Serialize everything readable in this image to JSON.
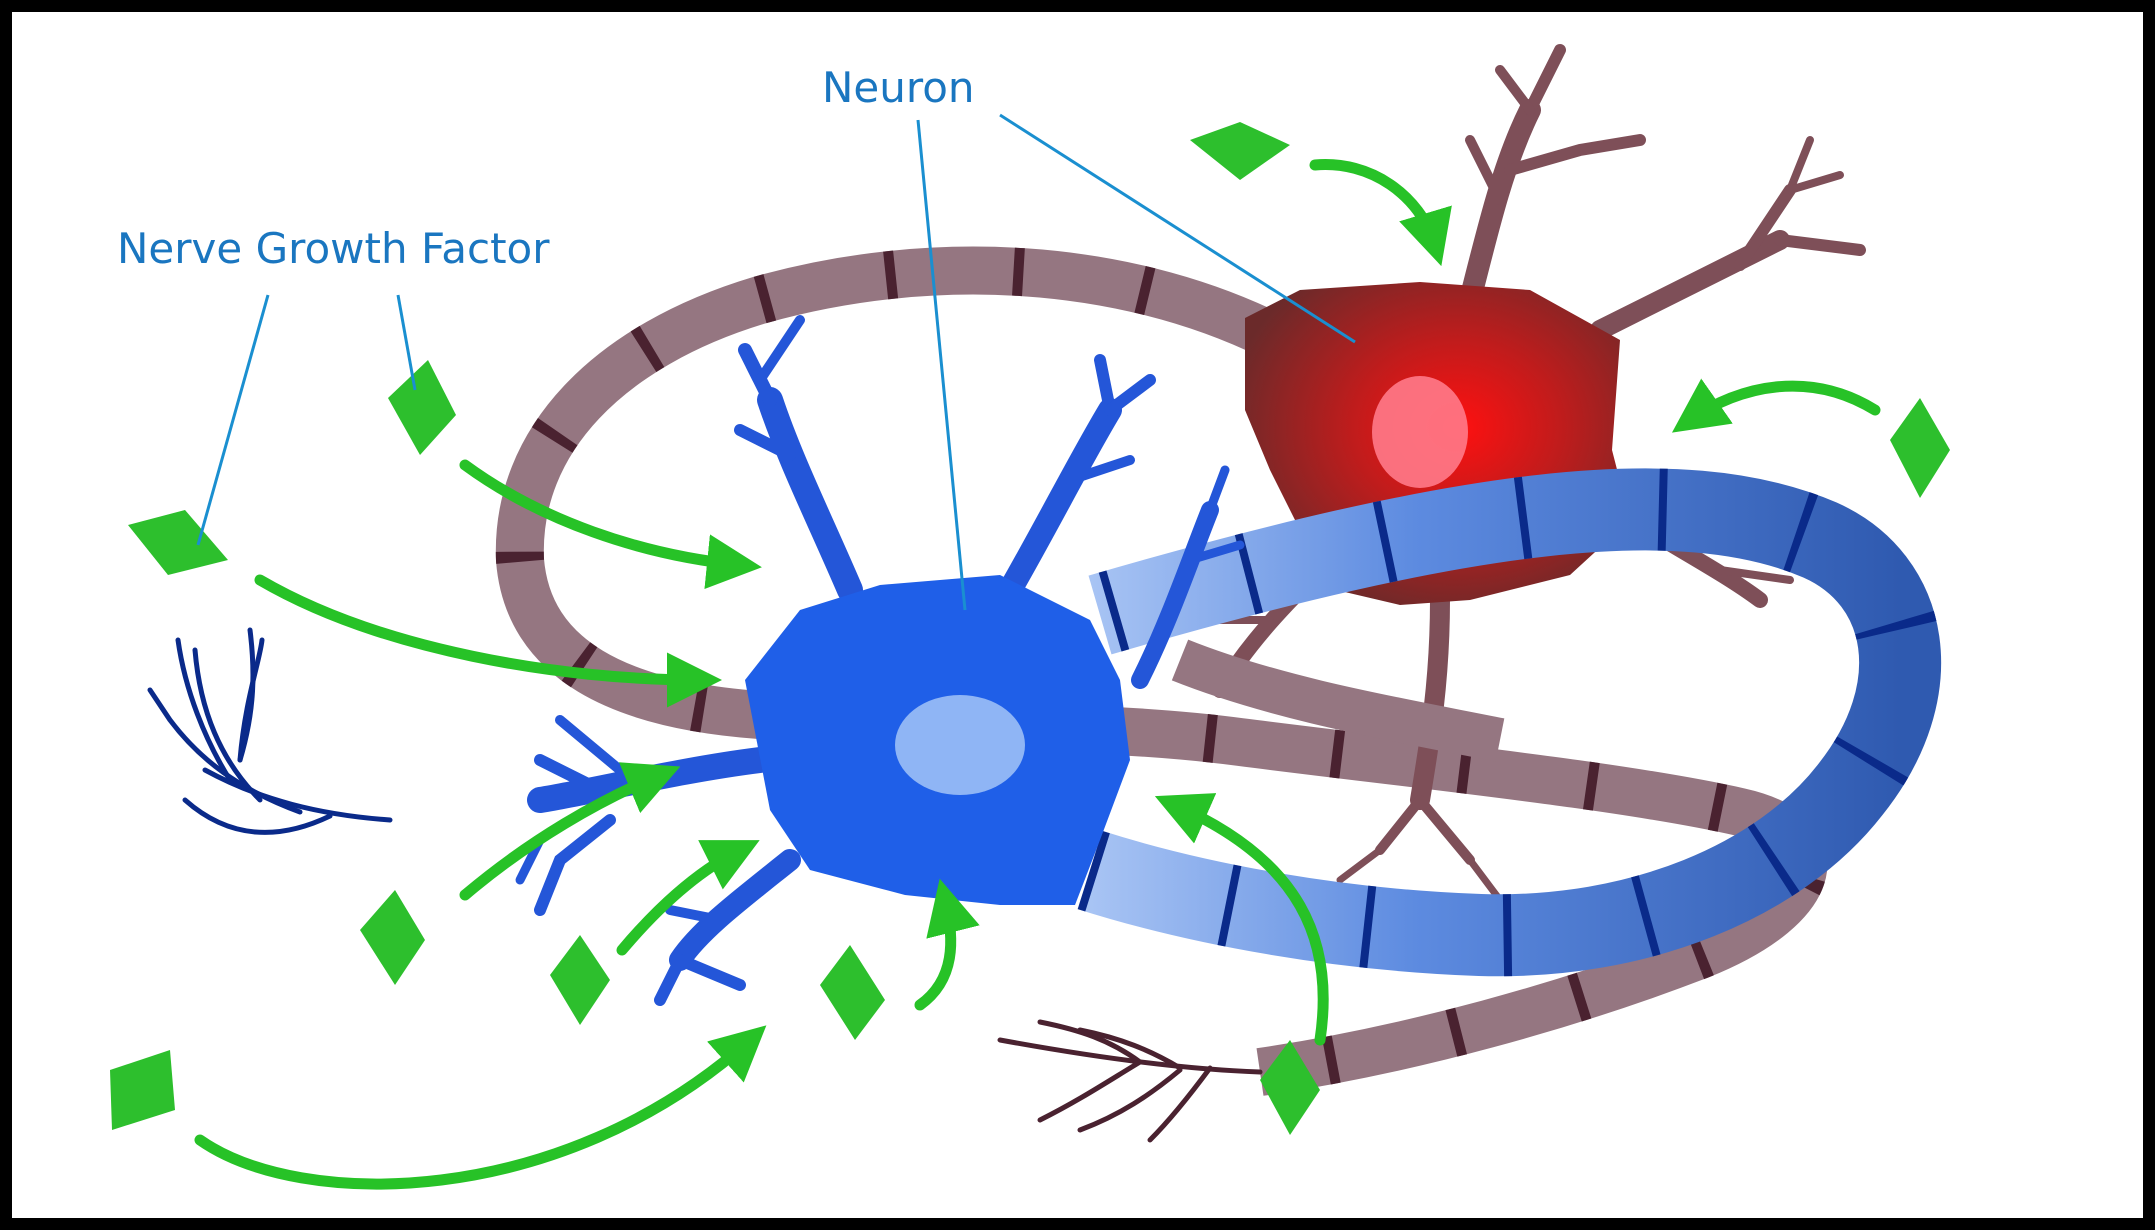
{
  "labels": {
    "neuron": "Neuron",
    "ngf": "Nerve Growth Factor"
  },
  "colors": {
    "background": "#000000",
    "panel": "#ffffff",
    "label_text": "#1a76c0",
    "leader_line": "#1a8fd0",
    "ngf": "#2dbf2d",
    "arrow": "#27c227",
    "blue_neuron_body": "#1f5fe8",
    "blue_neuron_nucleus": "#8fb5f5",
    "red_neuron_body_outer": "#7a2a2a",
    "red_neuron_body_inner": "#e01010",
    "red_neuron_nucleus": "#ff7a8a",
    "myelin_mauve": "#957681",
    "myelin_blue": "#2f5ab0",
    "node_mauve": "#4a2230",
    "node_blue": "#0a2a8a"
  },
  "icons": {
    "ngf_particle": "green-diamond",
    "flow_arrow": "curved-green-arrow"
  }
}
